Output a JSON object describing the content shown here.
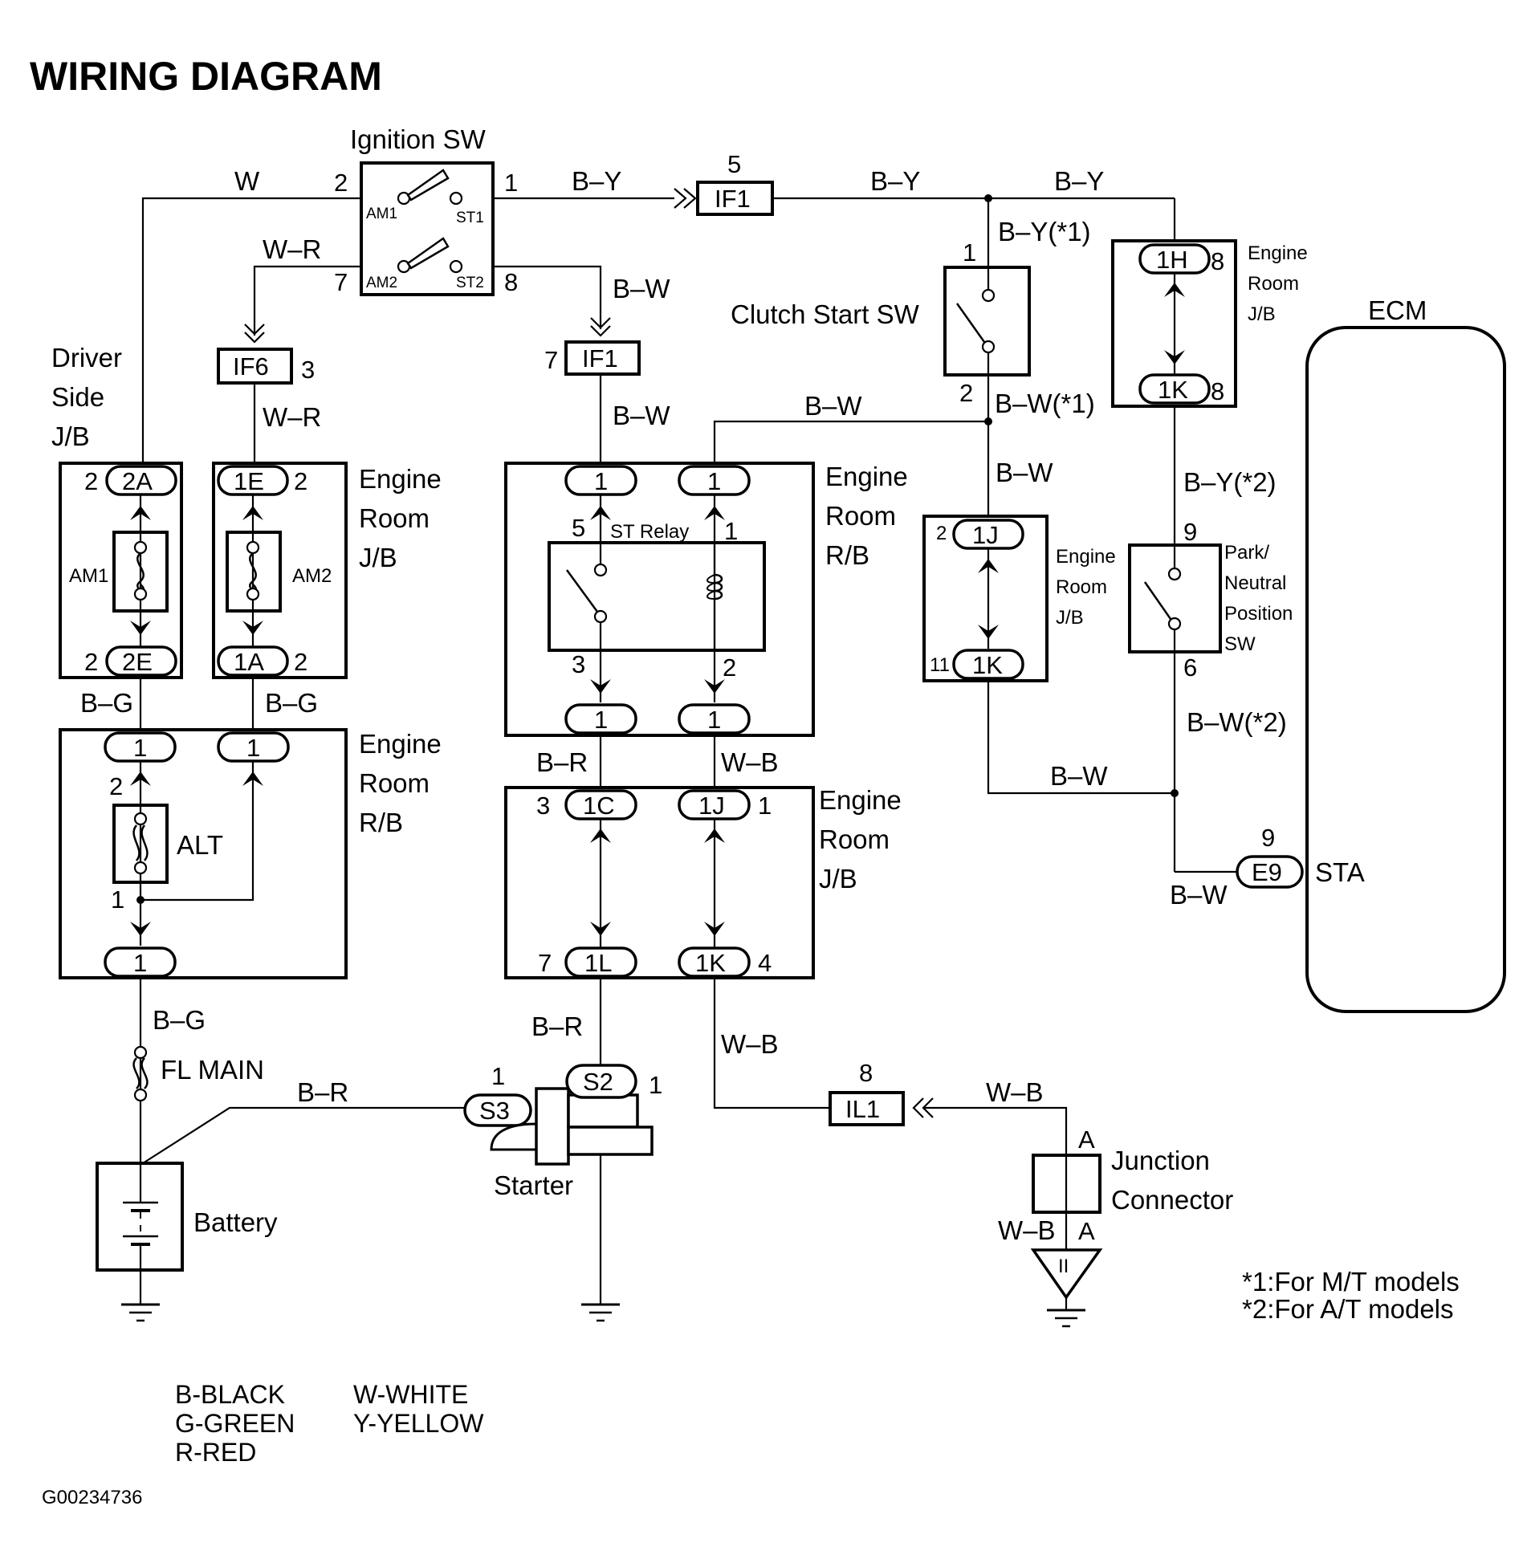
{
  "title": "WIRING DIAGRAM",
  "components": {
    "ignition_sw": {
      "label": "Ignition SW",
      "am1": "AM1",
      "st1": "ST1",
      "am2": "AM2",
      "st2": "ST2",
      "pin_2": "2",
      "pin_1": "1",
      "pin_7": "7",
      "pin_8": "8"
    },
    "clutch_start_sw": {
      "label": "Clutch Start SW",
      "pin_1": "1",
      "pin_2": "2"
    },
    "park_neutral_sw": {
      "label_lines": [
        "Park/",
        "Neutral",
        "Position",
        "SW"
      ],
      "pin_9": "9",
      "pin_6": "6"
    },
    "ecm": {
      "label": "ECM",
      "terminal": "STA",
      "connector": "E9",
      "pin": "9"
    },
    "driver_side_jb": {
      "label_lines": [
        "Driver",
        "Side",
        "J/B"
      ],
      "top_conn": "2A",
      "top_pin": "2",
      "bottom_conn": "2E",
      "bottom_pin": "2",
      "fuse": "AM1"
    },
    "engine_room_jb_am2": {
      "label_lines": [
        "Engine",
        "Room",
        "J/B"
      ],
      "top_conn": "1E",
      "top_pin": "2",
      "bottom_conn": "1A",
      "bottom_pin": "2",
      "fuse": "AM2"
    },
    "engine_room_rb_alt": {
      "label_lines": [
        "Engine",
        "Room",
        "R/B"
      ],
      "conn_left_top": "1",
      "conn_right_top": "1",
      "conn_bottom": "1",
      "fuse": "ALT",
      "pin_2": "2",
      "pin_1": "1"
    },
    "st_relay_rb": {
      "label_lines": [
        "Engine",
        "Room",
        "R/B"
      ],
      "relay": "ST Relay",
      "conn": "1",
      "pin_5": "5",
      "pin_1": "1",
      "pin_3": "3",
      "pin_2": "2"
    },
    "engine_room_jb_lower": {
      "label_lines": [
        "Engine",
        "Room",
        "J/B"
      ],
      "c1": "1C",
      "c1_pin": "3",
      "c2": "1J",
      "c2_pin": "1",
      "c3": "1L",
      "c3_pin": "7",
      "c4": "1K",
      "c4_pin": "4"
    },
    "engine_room_jb_1h": {
      "label_lines": [
        "Engine",
        "Room",
        "J/B"
      ],
      "top_conn": "1H",
      "top_pin": "8",
      "bottom_conn": "1K",
      "bottom_pin": "8"
    },
    "engine_room_jb_1j": {
      "label_lines": [
        "Engine",
        "Room",
        "J/B"
      ],
      "top_conn": "1J",
      "top_pin": "2",
      "bottom_conn": "1K",
      "bottom_pin": "11"
    },
    "if1_top": {
      "label": "IF1",
      "pin": "5"
    },
    "if1_mid": {
      "label": "IF1",
      "pin": "7"
    },
    "if6": {
      "label": "IF6",
      "pin": "3"
    },
    "il1": {
      "label": "IL1",
      "pin": "8"
    },
    "fl_main": {
      "label": "FL MAIN"
    },
    "battery": {
      "label": "Battery"
    },
    "starter": {
      "label": "Starter",
      "s3": "S3",
      "s3_pin": "1",
      "s2": "S2",
      "s2_pin": "1"
    },
    "junction_connector": {
      "label_lines": [
        "Junction",
        "Connector"
      ],
      "pin_top": "A",
      "pin_bottom": "A",
      "ground_mark": "II"
    }
  },
  "wires": {
    "w_top": "W",
    "by_1": "B–Y",
    "by_2": "B–Y",
    "by_3": "B–Y",
    "by_m1": "B–Y(*1)",
    "by_m2": "B–Y(*2)",
    "wr_top": "W–R",
    "wr_mid": "W–R",
    "bw_top": "B–W",
    "bw_mid": "B–W",
    "bw_h": "B–W",
    "bw_m1": "B–W(*1)",
    "bw_v": "B–W",
    "bw_m2": "B–W(*2)",
    "bw_bottom": "B–W",
    "bw_ecm": "B–W",
    "bg_left": "B–G",
    "bg_right": "B–G",
    "bg_low": "B–G",
    "br_relay": "B–R",
    "wb_relay": "W–B",
    "br_starter": "B–R",
    "br_battery": "B–R",
    "wb_low": "W–B",
    "wb_il1": "W–B",
    "wb_jc": "W–B"
  },
  "notes": [
    "*1:For M/T models",
    "*2:For A/T models"
  ],
  "legend": {
    "col1": [
      "B-BLACK",
      "G-GREEN",
      "R-RED"
    ],
    "col2": [
      "W-WHITE",
      "Y-YELLOW"
    ]
  },
  "figure_code": "G00234736"
}
